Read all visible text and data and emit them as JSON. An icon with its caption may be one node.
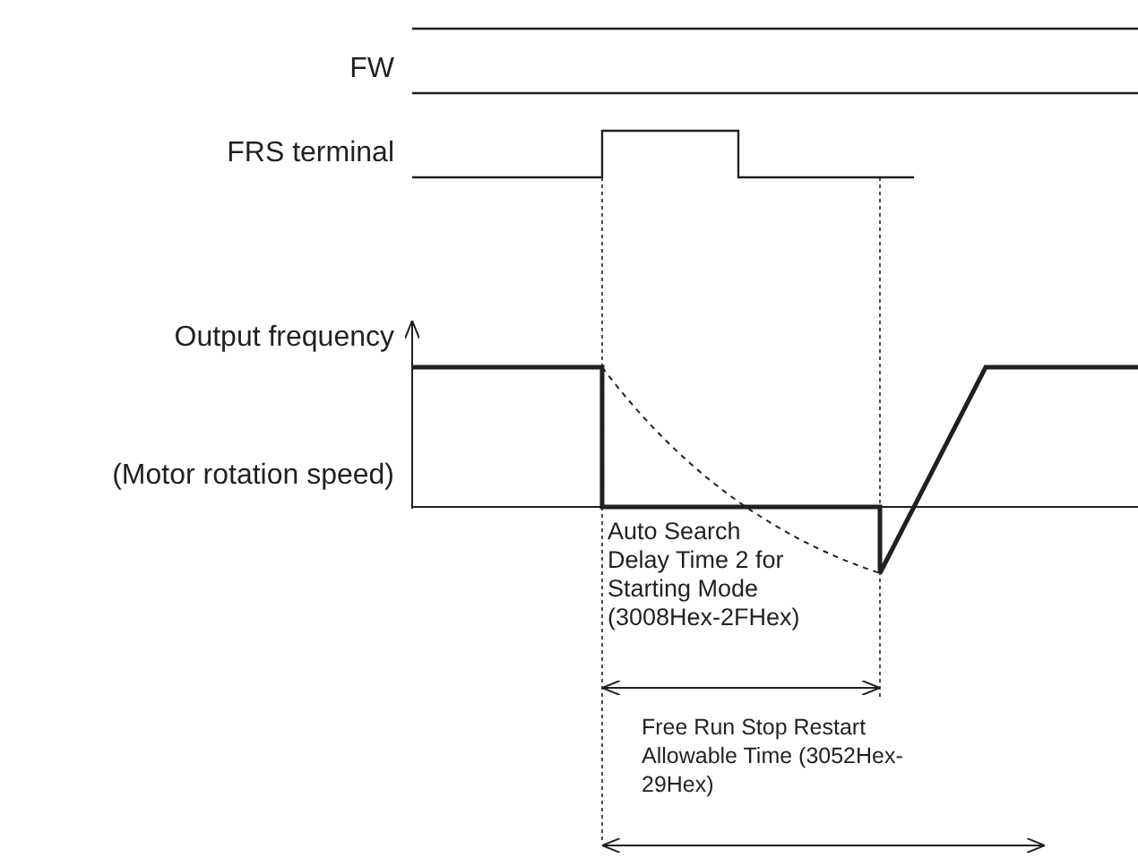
{
  "diagram": {
    "labels": [
      "FW",
      "FRS terminal",
      "Output frequency",
      "(Motor rotation speed)",
      "Auto Search Delay Time 2 for Starting Mode (3008Hex-2FHex)",
      "Free Run Stop Restart Allowable Time (3052Hex-29Hex)"
    ]
  }
}
